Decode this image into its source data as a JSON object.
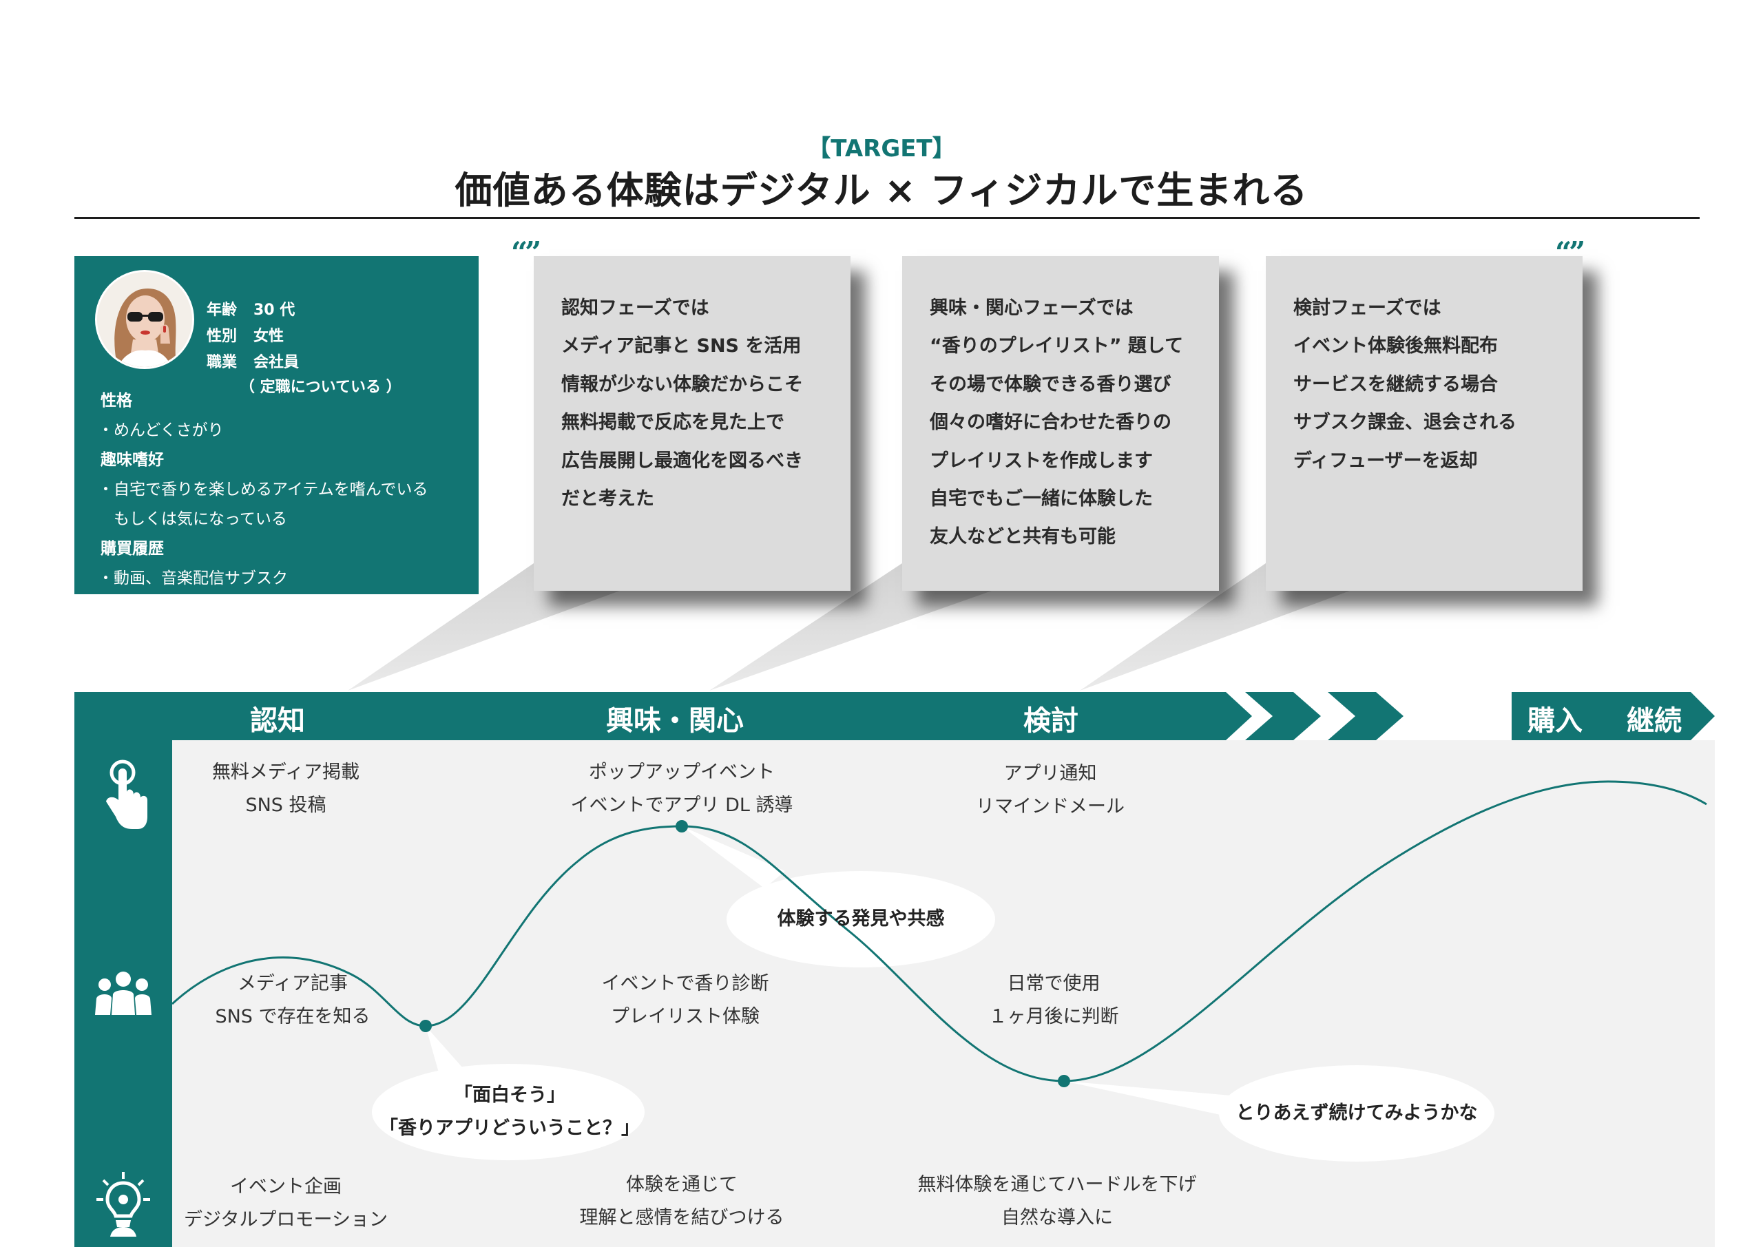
{
  "header": {
    "target_label": "【TARGET】",
    "title": "価値ある体験はデジタル × フィジカルで生まれる"
  },
  "persona": {
    "age_key": "年齢",
    "age_value": "30 代",
    "gender_key": "性別",
    "gender_value": "女性",
    "job_key": "職業",
    "job_value": "会社員",
    "job_note": "（ 定職についている ）",
    "personality_heading": "性格",
    "personality_items": [
      "・めんどくさがり"
    ],
    "hobby_heading": "趣味嗜好",
    "hobby_items": [
      "・自宅で香りを楽しめるアイテムを嗜んでいる",
      "　もしくは気になっている"
    ],
    "purchase_heading": "購買履歴",
    "purchase_items": [
      "・動画、音楽配信サブスク"
    ]
  },
  "callouts": [
    {
      "lines": [
        "認知フェーズでは",
        "メディア記事と SNS を活用",
        "情報が少ない体験だからこそ",
        "無料掲載で反応を見た上で",
        "広告展開し最適化を図るべき",
        "だと考えた"
      ]
    },
    {
      "lines": [
        "興味・関心フェーズでは",
        "“香りのプレイリスト” 題して",
        "その場で体験できる香り選び",
        "個々の嗜好に合わせた香りの",
        "プレイリストを作成します",
        "自宅でもご一緒に体験した",
        "友人などと共有も可能"
      ]
    },
    {
      "lines": [
        "検討フェーズでは",
        "イベント体験後無料配布",
        "サービスを継続する場合",
        "サブスク課金、退会される",
        "ディフューザーを返却"
      ]
    }
  ],
  "quote_marks": [
    "“”",
    "“”"
  ],
  "phases": {
    "awareness": "認知",
    "interest": "興味・関心",
    "consideration": "検討",
    "purchase": "購入",
    "continuation": "継続"
  },
  "rows": {
    "touchpoints": [
      [
        "無料メディア掲載",
        "SNS 投稿"
      ],
      [
        "ポップアップイベント",
        "イベントでアプリ DL 誘導"
      ],
      [
        "アプリ通知",
        "リマインドメール"
      ]
    ],
    "actions": [
      [
        "メディア記事",
        "SNS で存在を知る"
      ],
      [
        "イベントで香り診断",
        "プレイリスト体験"
      ],
      [
        "日常で使用",
        "１ヶ月後に判断"
      ]
    ],
    "ideas": [
      [
        "イベント企画",
        "デジタルプロモーション"
      ],
      [
        "体験を通じて",
        "理解と感情を結びつける"
      ],
      [
        "無料体験を通じてハードルを下げ",
        "自然な導入に"
      ]
    ]
  },
  "bubbles": {
    "first": [
      "「面白そう」",
      "「香りアプリどういうこと？」"
    ],
    "second": [
      "体験する発見や共感"
    ],
    "third": [
      "とりあえず続けてみようかな"
    ]
  },
  "icons": {
    "row1": "hand-tap-icon",
    "row2": "people-group-icon",
    "row3": "lightbulb-idea-icon"
  },
  "colors": {
    "teal": "#127573",
    "callout_gray": "#dcdcdc",
    "journey_bg": "#f2f2f2"
  }
}
